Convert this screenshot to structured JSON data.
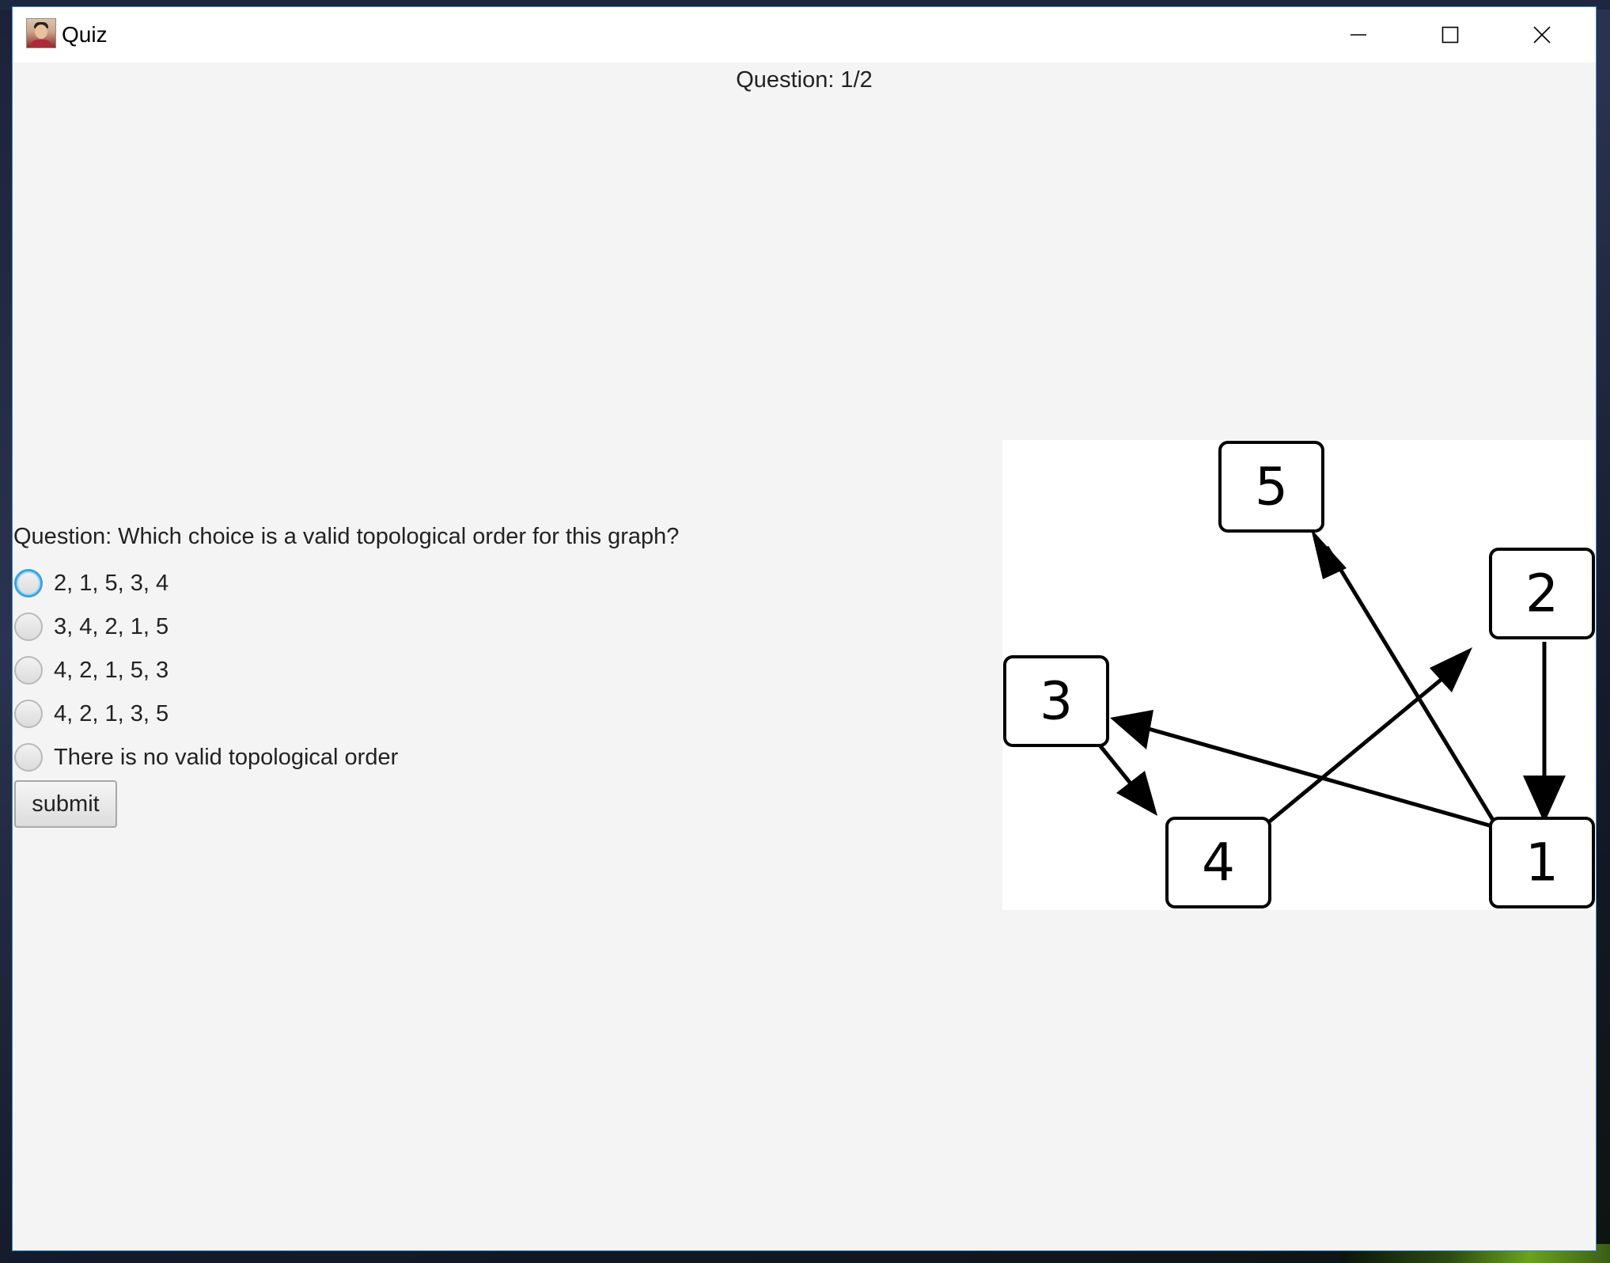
{
  "window": {
    "title": "Quiz",
    "controls": {
      "minimize": "minimize-icon",
      "maximize": "maximize-icon",
      "close": "close-icon"
    }
  },
  "quiz": {
    "counter": "Question: 1/2",
    "question": "Question: Which choice is a valid topological order for this graph?",
    "options": [
      {
        "label": "2, 1, 5, 3, 4",
        "selected": false,
        "focused": true
      },
      {
        "label": "3, 4, 2, 1, 5",
        "selected": false,
        "focused": false
      },
      {
        "label": "4, 2, 1, 5, 3",
        "selected": false,
        "focused": false
      },
      {
        "label": "4, 2, 1, 3, 5",
        "selected": false,
        "focused": false
      },
      {
        "label": "There is no valid topological order",
        "selected": false,
        "focused": false
      }
    ],
    "submit_label": "submit"
  },
  "graph": {
    "nodes": [
      {
        "id": "5",
        "label": "5"
      },
      {
        "id": "2",
        "label": "2"
      },
      {
        "id": "3",
        "label": "3"
      },
      {
        "id": "4",
        "label": "4"
      },
      {
        "id": "1",
        "label": "1"
      }
    ],
    "edges": [
      {
        "from": "1",
        "to": "5"
      },
      {
        "from": "1",
        "to": "3"
      },
      {
        "from": "2",
        "to": "1"
      },
      {
        "from": "3",
        "to": "4"
      },
      {
        "from": "4",
        "to": "2"
      }
    ]
  }
}
